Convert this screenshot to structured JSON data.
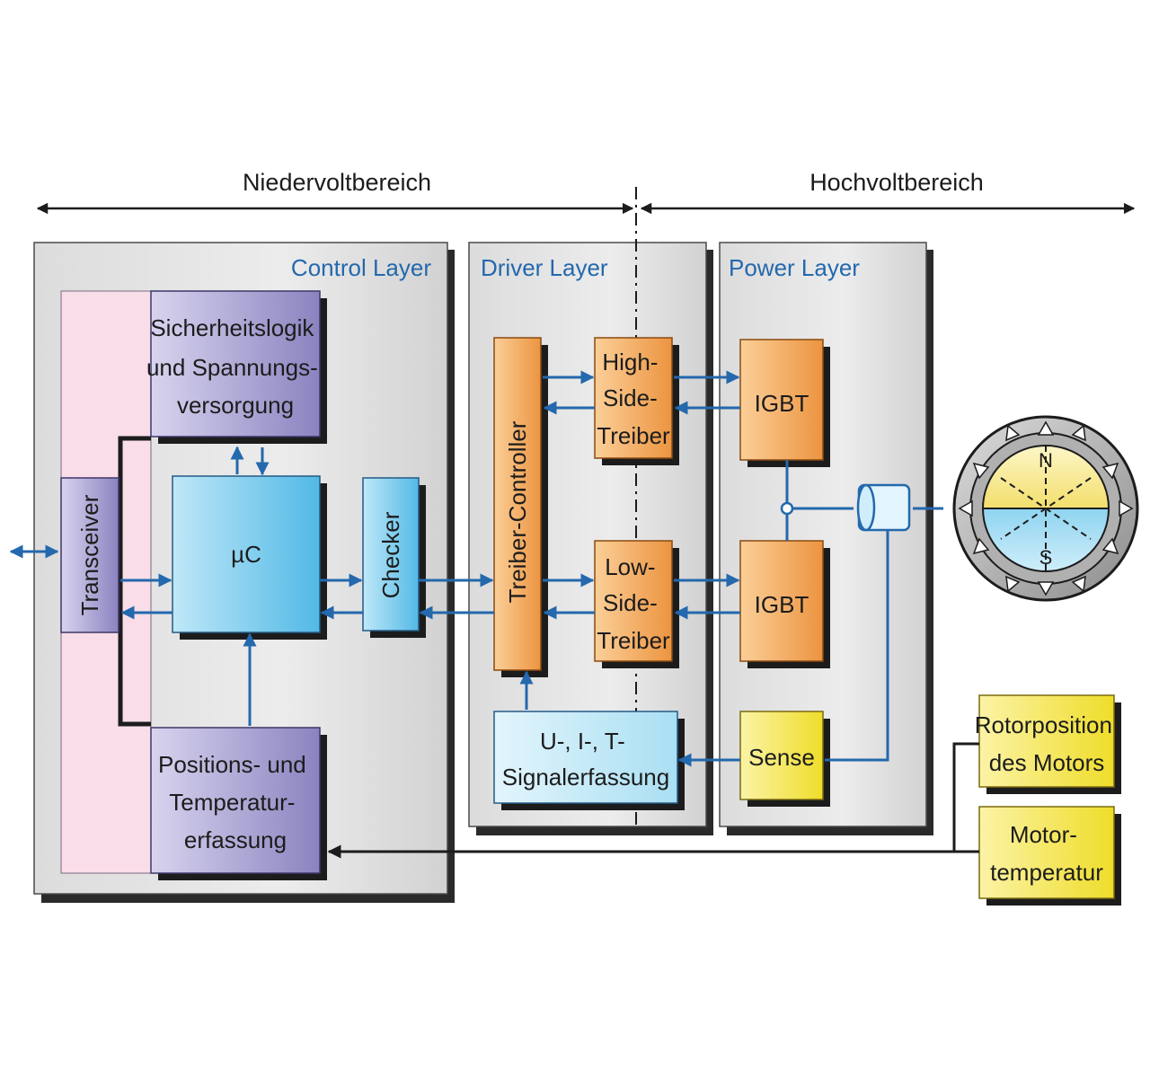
{
  "ranges": {
    "low": "Niedervoltbereich",
    "high": "Hochvoltbereich"
  },
  "layers": {
    "control": "Control Layer",
    "driver": "Driver Layer",
    "power": "Power Layer"
  },
  "blocks": {
    "safety": [
      "Sicherheitslogik",
      "und Spannungs-",
      "versorgung"
    ],
    "transceiver": "Transceiver",
    "uc": "µC",
    "checker": "Checker",
    "position": [
      "Positions- und",
      "Temperatur-",
      "erfassung"
    ],
    "driver_controller": "Treiber-Controller",
    "high_side": [
      "High-",
      "Side-",
      "Treiber"
    ],
    "low_side": [
      "Low-",
      "Side-",
      "Treiber"
    ],
    "signal": [
      "U-, I-, T-",
      "Signalerfassung"
    ],
    "igbt_top": "IGBT",
    "igbt_bottom": "IGBT",
    "sense": "Sense",
    "rotor": [
      "Rotorposition",
      "des Motors"
    ],
    "motor_temp": [
      "Motor-",
      "temperatur"
    ]
  },
  "motor": {
    "north": "N",
    "south": "S"
  },
  "colors": {
    "arrow": "#2468ad",
    "purple": "#8f88c4",
    "cyan": "#63c3ea",
    "orange": "#f0a050",
    "yellow": "#f3e43f",
    "pink": "#f9dde9"
  }
}
